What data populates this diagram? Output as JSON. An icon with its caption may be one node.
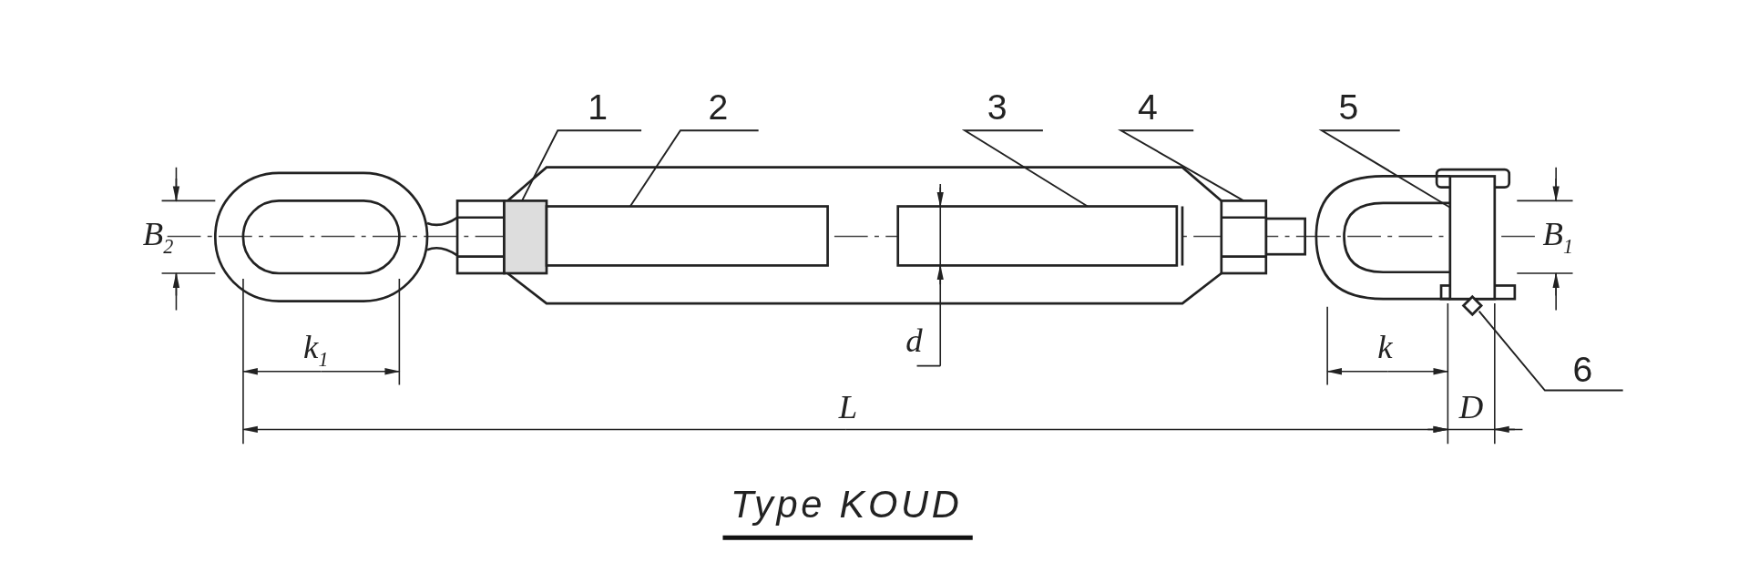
{
  "diagram": {
    "caption": "Type KOUD",
    "nodes": [
      {
        "text": [
          "1"
        ]
      },
      {
        "text": [
          "2"
        ]
      },
      {
        "text": [
          "3"
        ]
      },
      {
        "text": [
          "4"
        ]
      },
      {
        "text": [
          "5"
        ]
      },
      {
        "text": [
          "6"
        ]
      },
      {
        "text": [],
        "shape": "box"
      },
      {
        "text": [],
        "shape": "box"
      },
      {
        "text": [],
        "shape": "box"
      },
      {
        "text": [],
        "shape": "box"
      },
      {
        "text": [],
        "shape": "box"
      },
      {
        "text": [],
        "shape": "diamond"
      }
    ],
    "edges": [
      {
        "from": 0,
        "to": 6,
        "arrow": "none"
      },
      {
        "from": 1,
        "to": 7,
        "arrow": "none"
      },
      {
        "from": 2,
        "to": 8,
        "arrow": "none"
      },
      {
        "from": 3,
        "to": 9,
        "arrow": "none"
      },
      {
        "from": 4,
        "to": 10,
        "arrow": "none"
      },
      {
        "from": 5,
        "to": 11,
        "arrow": "none"
      }
    ],
    "labels": [
      "B$_{2}$",
      "B$_{1}$",
      "k$_{1}$",
      "d",
      "k",
      "L",
      "D"
    ]
  }
}
